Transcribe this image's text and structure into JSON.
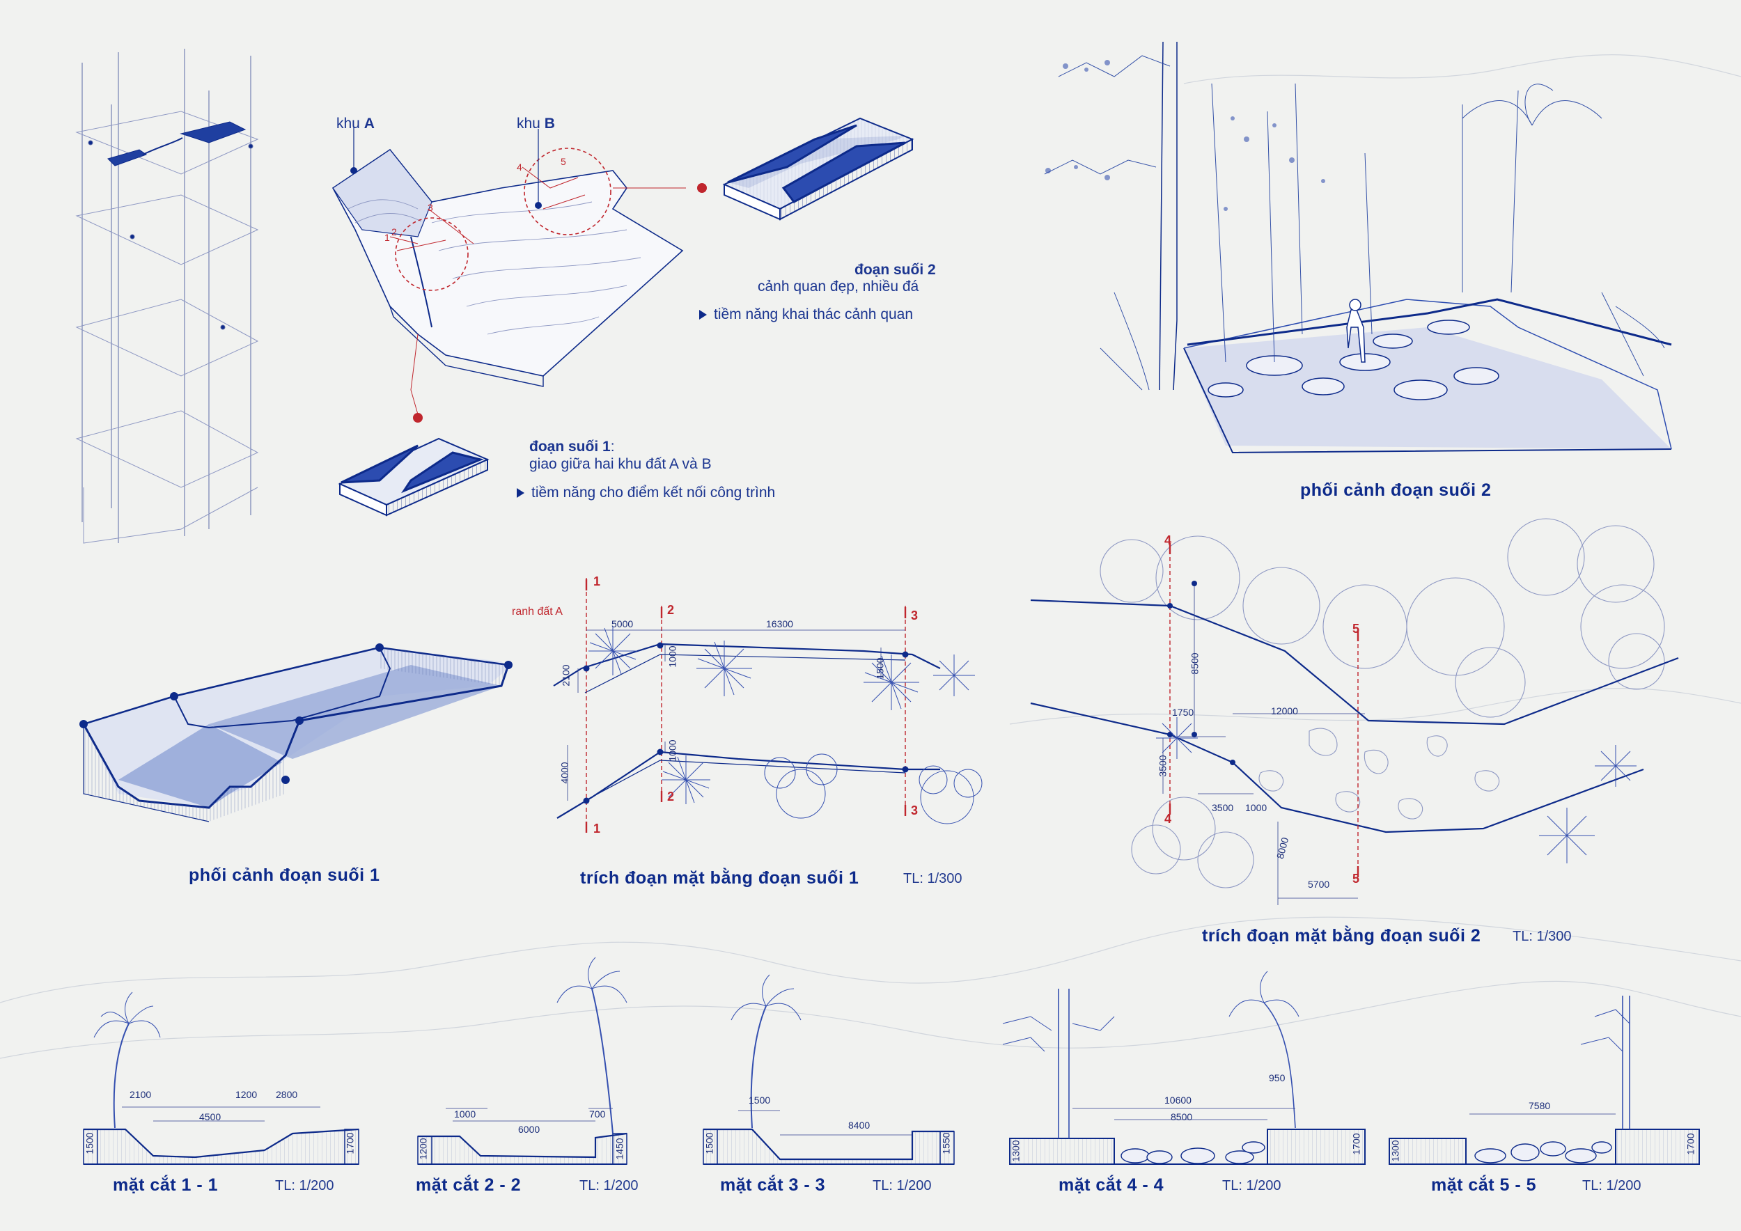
{
  "axo": {
    "zone_prefix": "khu",
    "zone_a": "A",
    "zone_b": "B",
    "marker_numbers": [
      "1",
      "2",
      "3",
      "4",
      "5"
    ]
  },
  "segment2": {
    "title": "đoạn suối 2",
    "desc": "cảnh quan đẹp, nhiều đá",
    "potential": "tiềm năng khai thác cảnh quan"
  },
  "segment1": {
    "title": "đoạn suối 1",
    "colon": ":",
    "desc": "giao giữa hai khu đất A và B",
    "potential": "tiềm năng cho điểm kết nối công trình"
  },
  "views": {
    "persp2": "phối cảnh đoạn suối 2",
    "persp1": "phối cảnh đoạn suối 1"
  },
  "plan1": {
    "title": "trích đoạn mặt bằng đoạn suối 1",
    "scale": "TL: 1/300",
    "boundary": "ranh đất A",
    "dims": [
      "5000",
      "16300",
      "2100",
      "1000",
      "1500",
      "1000",
      "4000"
    ],
    "marks": [
      "1",
      "2",
      "3",
      "1",
      "2",
      "3"
    ]
  },
  "plan2": {
    "title": "trích đoạn mặt bằng đoạn suối 2",
    "scale": "TL: 1/300",
    "dims": [
      "8500",
      "1750",
      "12000",
      "3500",
      "3500",
      "1000",
      "8000",
      "5700"
    ],
    "marks": [
      "4",
      "5",
      "4",
      "5"
    ]
  },
  "sections": [
    {
      "title": "mặt cắt 1 - 1",
      "scale": "TL: 1/200",
      "dims": [
        "2100",
        "1200",
        "2800",
        "4500",
        "1500",
        "1700"
      ]
    },
    {
      "title": "mặt cắt 2 - 2",
      "scale": "TL: 1/200",
      "dims": [
        "1000",
        "700",
        "6000",
        "1200",
        "1450"
      ]
    },
    {
      "title": "mặt cắt 3 - 3",
      "scale": "TL: 1/200",
      "dims": [
        "1500",
        "8400",
        "1500",
        "1550"
      ]
    },
    {
      "title": "mặt cắt 4 - 4",
      "scale": "TL: 1/200",
      "dims": [
        "950",
        "10600",
        "8500",
        "1300",
        "1700"
      ]
    },
    {
      "title": "mặt cắt 5 - 5",
      "scale": "TL: 1/200",
      "dims": [
        "7580",
        "1300",
        "1700"
      ]
    }
  ],
  "colors": {
    "ink": "#0d2a8a",
    "accent": "#c0262d",
    "fill": "#8fa3d6",
    "paper": "#f1f2f0"
  }
}
